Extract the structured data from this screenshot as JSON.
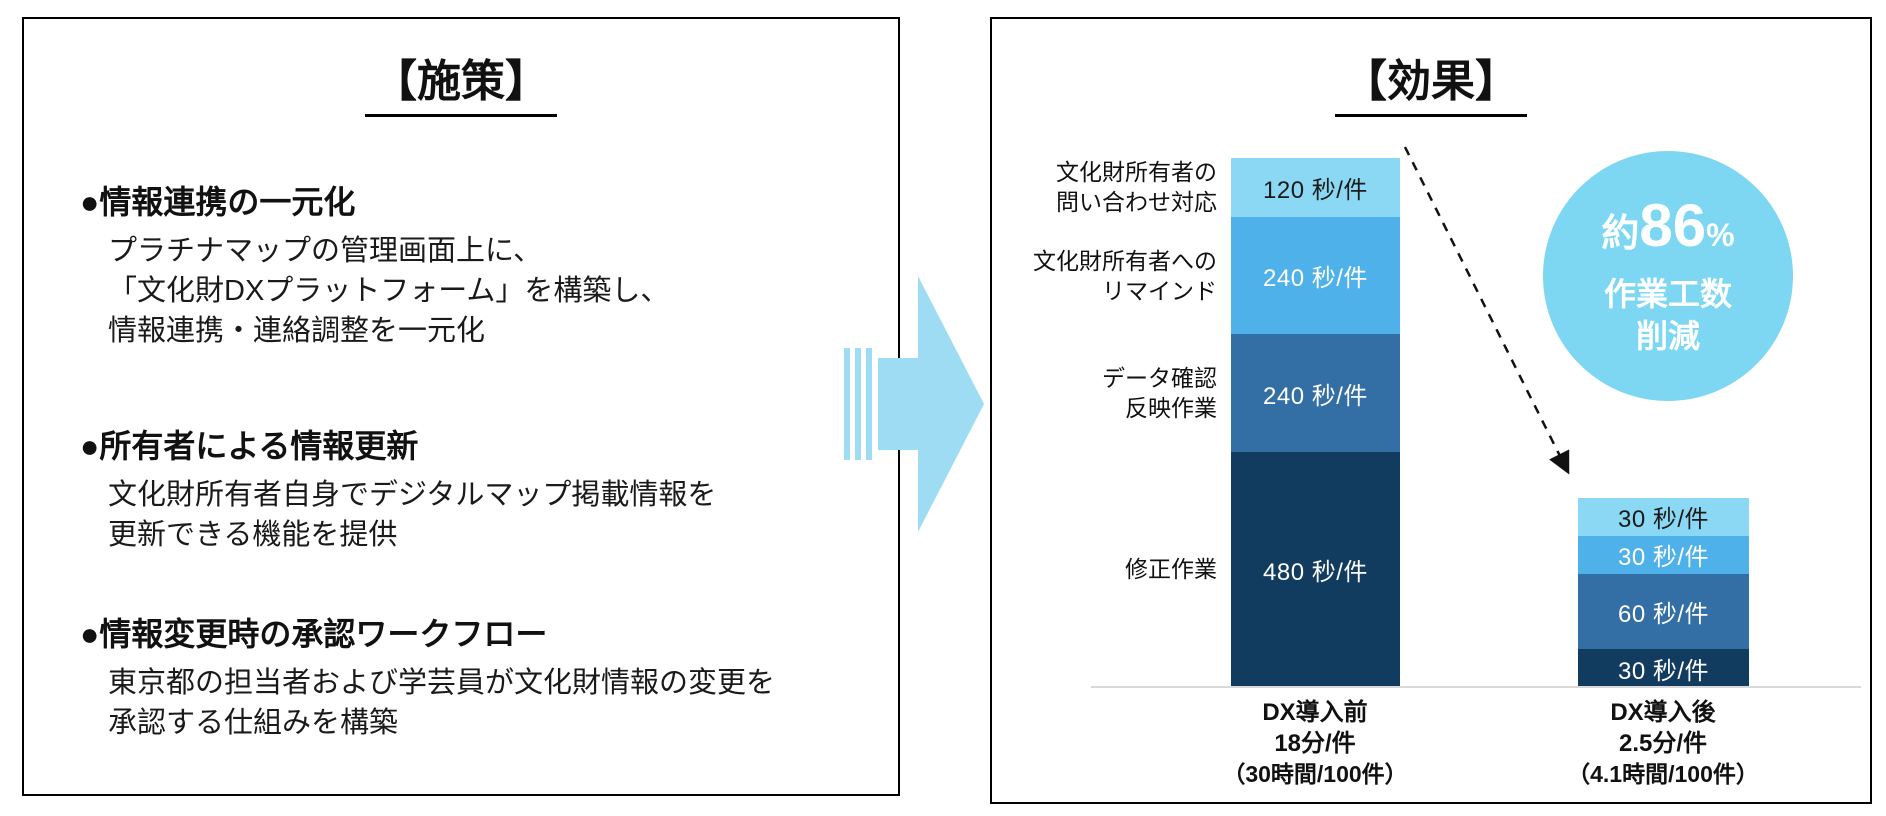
{
  "left_panel": {
    "title": "【施策】",
    "sections": [
      {
        "heading": "●情報連携の一元化",
        "lines": [
          "プラチナマップの管理画面上に、",
          "「文化財DXプラットフォーム」を構築し、",
          "情報連携・連絡調整を一元化"
        ]
      },
      {
        "heading": "●所有者による情報更新",
        "lines": [
          "文化財所有者自身でデジタルマップ掲載情報を",
          "更新できる機能を提供"
        ]
      },
      {
        "heading": "●情報変更時の承認ワークフロー",
        "lines": [
          "東京都の担当者および学芸員が文化財情報の変更を",
          "承認する仕組みを構築"
        ]
      }
    ]
  },
  "arrow": {
    "color": "#9EDCF4"
  },
  "right_panel": {
    "title": "【効果】",
    "badge": {
      "prefix": "約",
      "value": "86",
      "percent": "%",
      "line2": "作業工数",
      "line3": "削減",
      "color": "#7ED7F2"
    }
  },
  "chart_data": {
    "type": "bar",
    "stacked": true,
    "value_unit": "秒/件",
    "categories": [
      "DX導入前",
      "DX導入後"
    ],
    "series": [
      {
        "name": "文化財所有者の問い合わせ対応",
        "color": "#8BD8F4",
        "text_color": "#1a1a1a",
        "values": [
          120,
          30
        ]
      },
      {
        "name": "文化財所有者へのリマインド",
        "color": "#4FB1EA",
        "text_color": "#ffffff",
        "values": [
          240,
          30
        ]
      },
      {
        "name": "データ確認反映作業",
        "color": "#336EA4",
        "text_color": "#ffffff",
        "values": [
          240,
          60
        ]
      },
      {
        "name": "修正作業",
        "color": "#123C5F",
        "text_color": "#ffffff",
        "values": [
          480,
          30
        ]
      }
    ],
    "row_labels": [
      [
        "文化財所有者の",
        "問い合わせ対応"
      ],
      [
        "文化財所有者への",
        "リマインド"
      ],
      [
        "データ確認",
        "反映作業"
      ],
      [
        "修正作業"
      ]
    ],
    "segment_labels": {
      "pre": [
        "120 秒/件",
        "240 秒/件",
        "240 秒/件",
        "480 秒/件"
      ],
      "post": [
        "30 秒/件",
        "30 秒/件",
        "60 秒/件",
        "30 秒/件"
      ]
    },
    "totals_seconds": {
      "pre": 1080,
      "post": 150
    },
    "x_axis": [
      {
        "label": "DX導入前",
        "total": "18分/件",
        "sub": "（30時間/100件）"
      },
      {
        "label": "DX導入後",
        "total": "2.5分/件",
        "sub": "（4.1時間/100件）"
      }
    ],
    "annotation": "約86% 作業工数削減"
  }
}
